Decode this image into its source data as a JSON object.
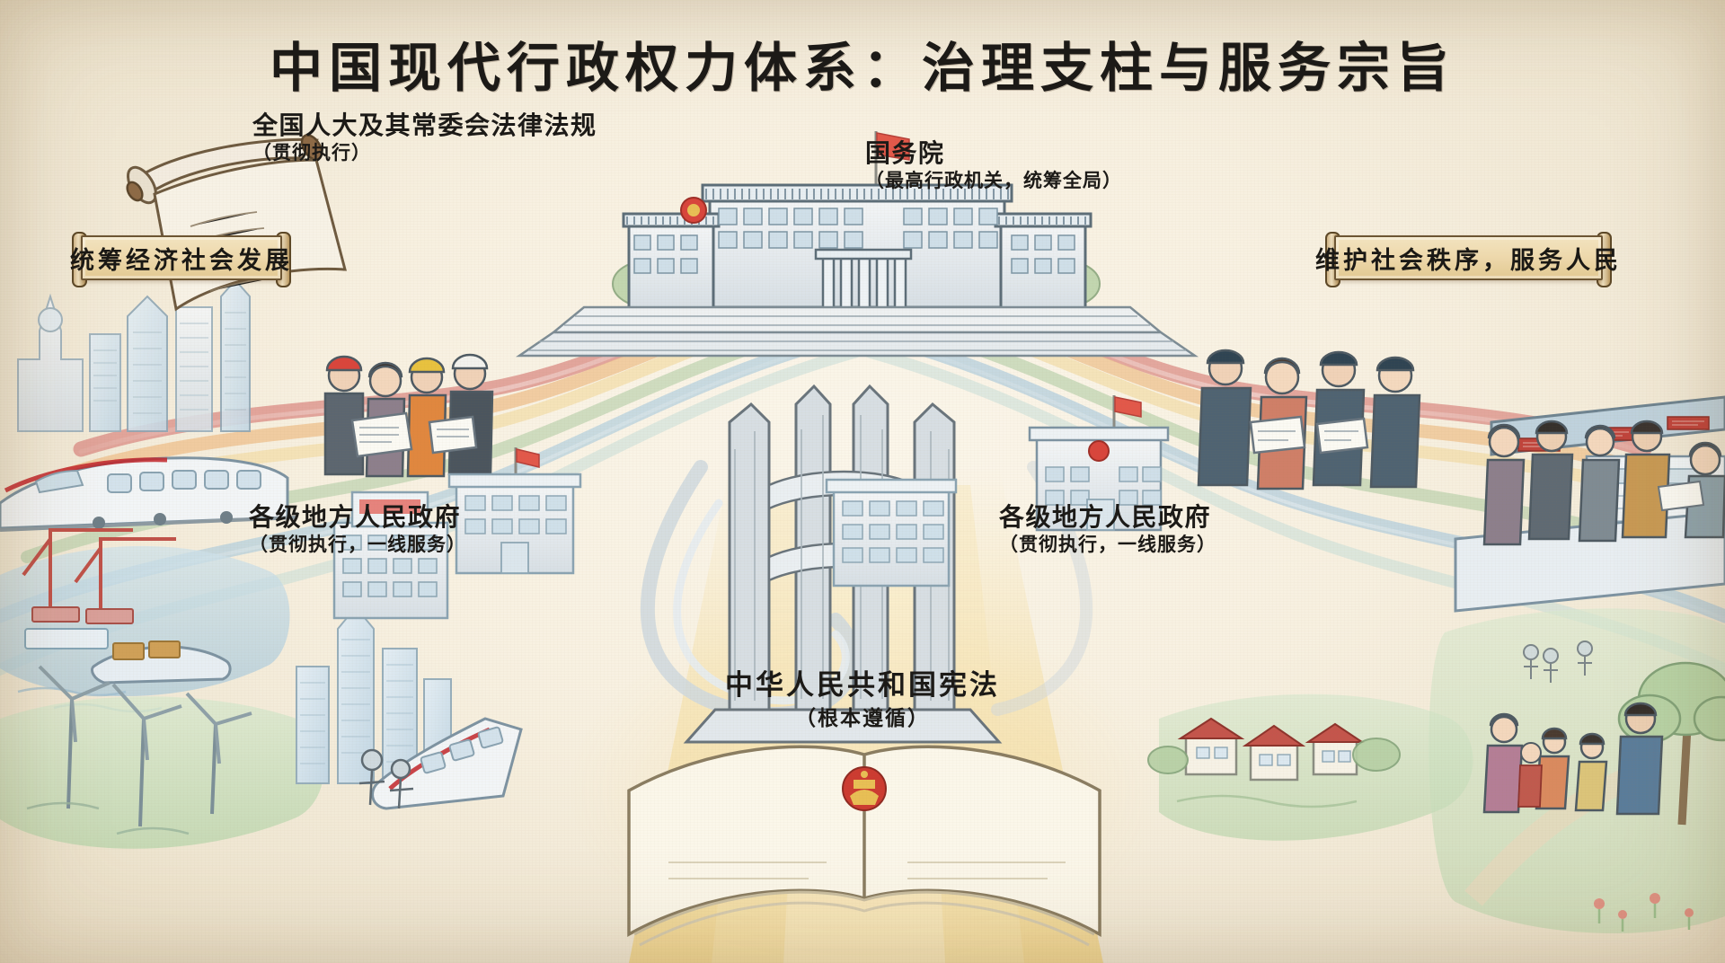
{
  "poster": {
    "title": "中国现代行政权力体系：治理支柱与服务宗旨",
    "background_color": "#f7f0e0",
    "ink_color": "#1c1a17"
  },
  "labels": {
    "npc": {
      "main": "全国人大及其常委会法律法规",
      "sub": "（贯彻执行）",
      "icon": "scroll-icon"
    },
    "state_council": {
      "main": "国务院",
      "sub": "（最高行政机关，统筹全局）",
      "icon": "great-hall-building-icon"
    },
    "local_gov_left": {
      "main": "各级地方人民政府",
      "sub": "（贯彻执行，一线服务）",
      "icon": "government-building-icon"
    },
    "local_gov_right": {
      "main": "各级地方人民政府",
      "sub": "（贯彻执行，一线服务）",
      "icon": "government-building-icon"
    },
    "constitution": {
      "main": "中华人民共和国宪法",
      "sub": "（根本遵循）",
      "icon": "open-book-icon"
    }
  },
  "banners": {
    "left": {
      "text": "统筹经济社会发展",
      "plate_color": "#eed9ad",
      "frame_color": "#6d5634"
    },
    "right": {
      "text": "维护社会秩序，服务人民",
      "plate_color": "#eed9ad",
      "frame_color": "#6d5634"
    }
  },
  "scenes": {
    "left_column": [
      {
        "name": "high-speed-rail-scene",
        "caption": ""
      },
      {
        "name": "city-skyline-scene",
        "caption": ""
      },
      {
        "name": "engineers-meeting-scene",
        "caption": ""
      },
      {
        "name": "port-crane-scene",
        "caption": ""
      },
      {
        "name": "wind-farm-scene",
        "caption": ""
      },
      {
        "name": "hospital-building-scene",
        "caption": ""
      }
    ],
    "center_column": [
      {
        "name": "great-hall-of-the-people-scene",
        "caption": ""
      },
      {
        "name": "monument-pillars-scene",
        "caption": ""
      },
      {
        "name": "constitution-book-scene",
        "caption": ""
      }
    ],
    "right_column": [
      {
        "name": "police-officers-scene",
        "caption": ""
      },
      {
        "name": "government-service-hall-scene",
        "caption": ""
      },
      {
        "name": "local-government-building-scene",
        "caption": ""
      },
      {
        "name": "rural-village-scene",
        "caption": ""
      },
      {
        "name": "families-in-park-scene",
        "caption": ""
      }
    ]
  },
  "ribbon_colors": {
    "red": "#d98d86",
    "orange": "#e8b77c",
    "gold": "#f0d79a",
    "green": "#a9c79b",
    "blue": "#9dbdd4",
    "teal": "#a8cfd0"
  },
  "flags": {
    "count": 3,
    "color": "#e2584a"
  },
  "emblem": {
    "name": "national-emblem-icon",
    "red": "#c8352c",
    "gold": "#e8bf55"
  }
}
